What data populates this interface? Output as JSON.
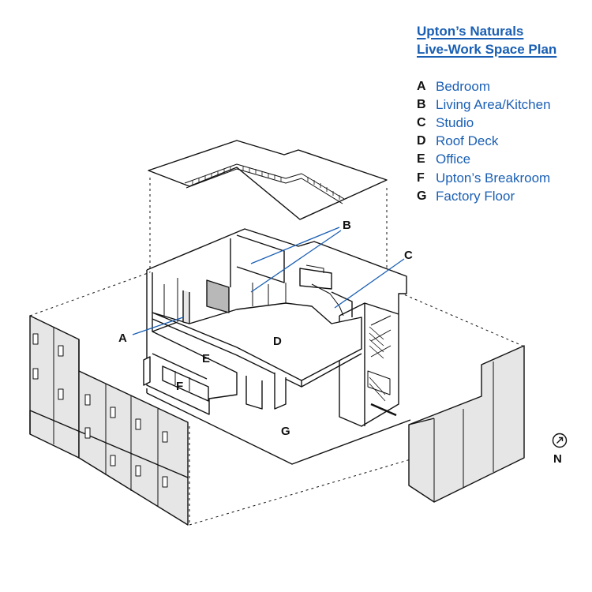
{
  "title": {
    "line1": "Upton’s Naturals",
    "line2": "Live-Work Space Plan"
  },
  "legend": [
    {
      "key": "A",
      "label": "Bedroom"
    },
    {
      "key": "B",
      "label": "Living Area/Kitchen"
    },
    {
      "key": "C",
      "label": "Studio"
    },
    {
      "key": "D",
      "label": "Roof Deck"
    },
    {
      "key": "E",
      "label": "Office"
    },
    {
      "key": "F",
      "label": "Upton’s Breakroom"
    },
    {
      "key": "G",
      "label": "Factory Floor"
    }
  ],
  "labels": {
    "a": "A",
    "b": "B",
    "c": "C",
    "d": "D",
    "e": "E",
    "f": "F",
    "g": "G"
  },
  "compass": {
    "letter": "N",
    "icon": "north-arrow-icon"
  },
  "colors": {
    "accent": "#1a5fb4",
    "line": "#111111",
    "wall_fill": "#e6e6e6",
    "shade_fill": "#b8b8b8"
  }
}
